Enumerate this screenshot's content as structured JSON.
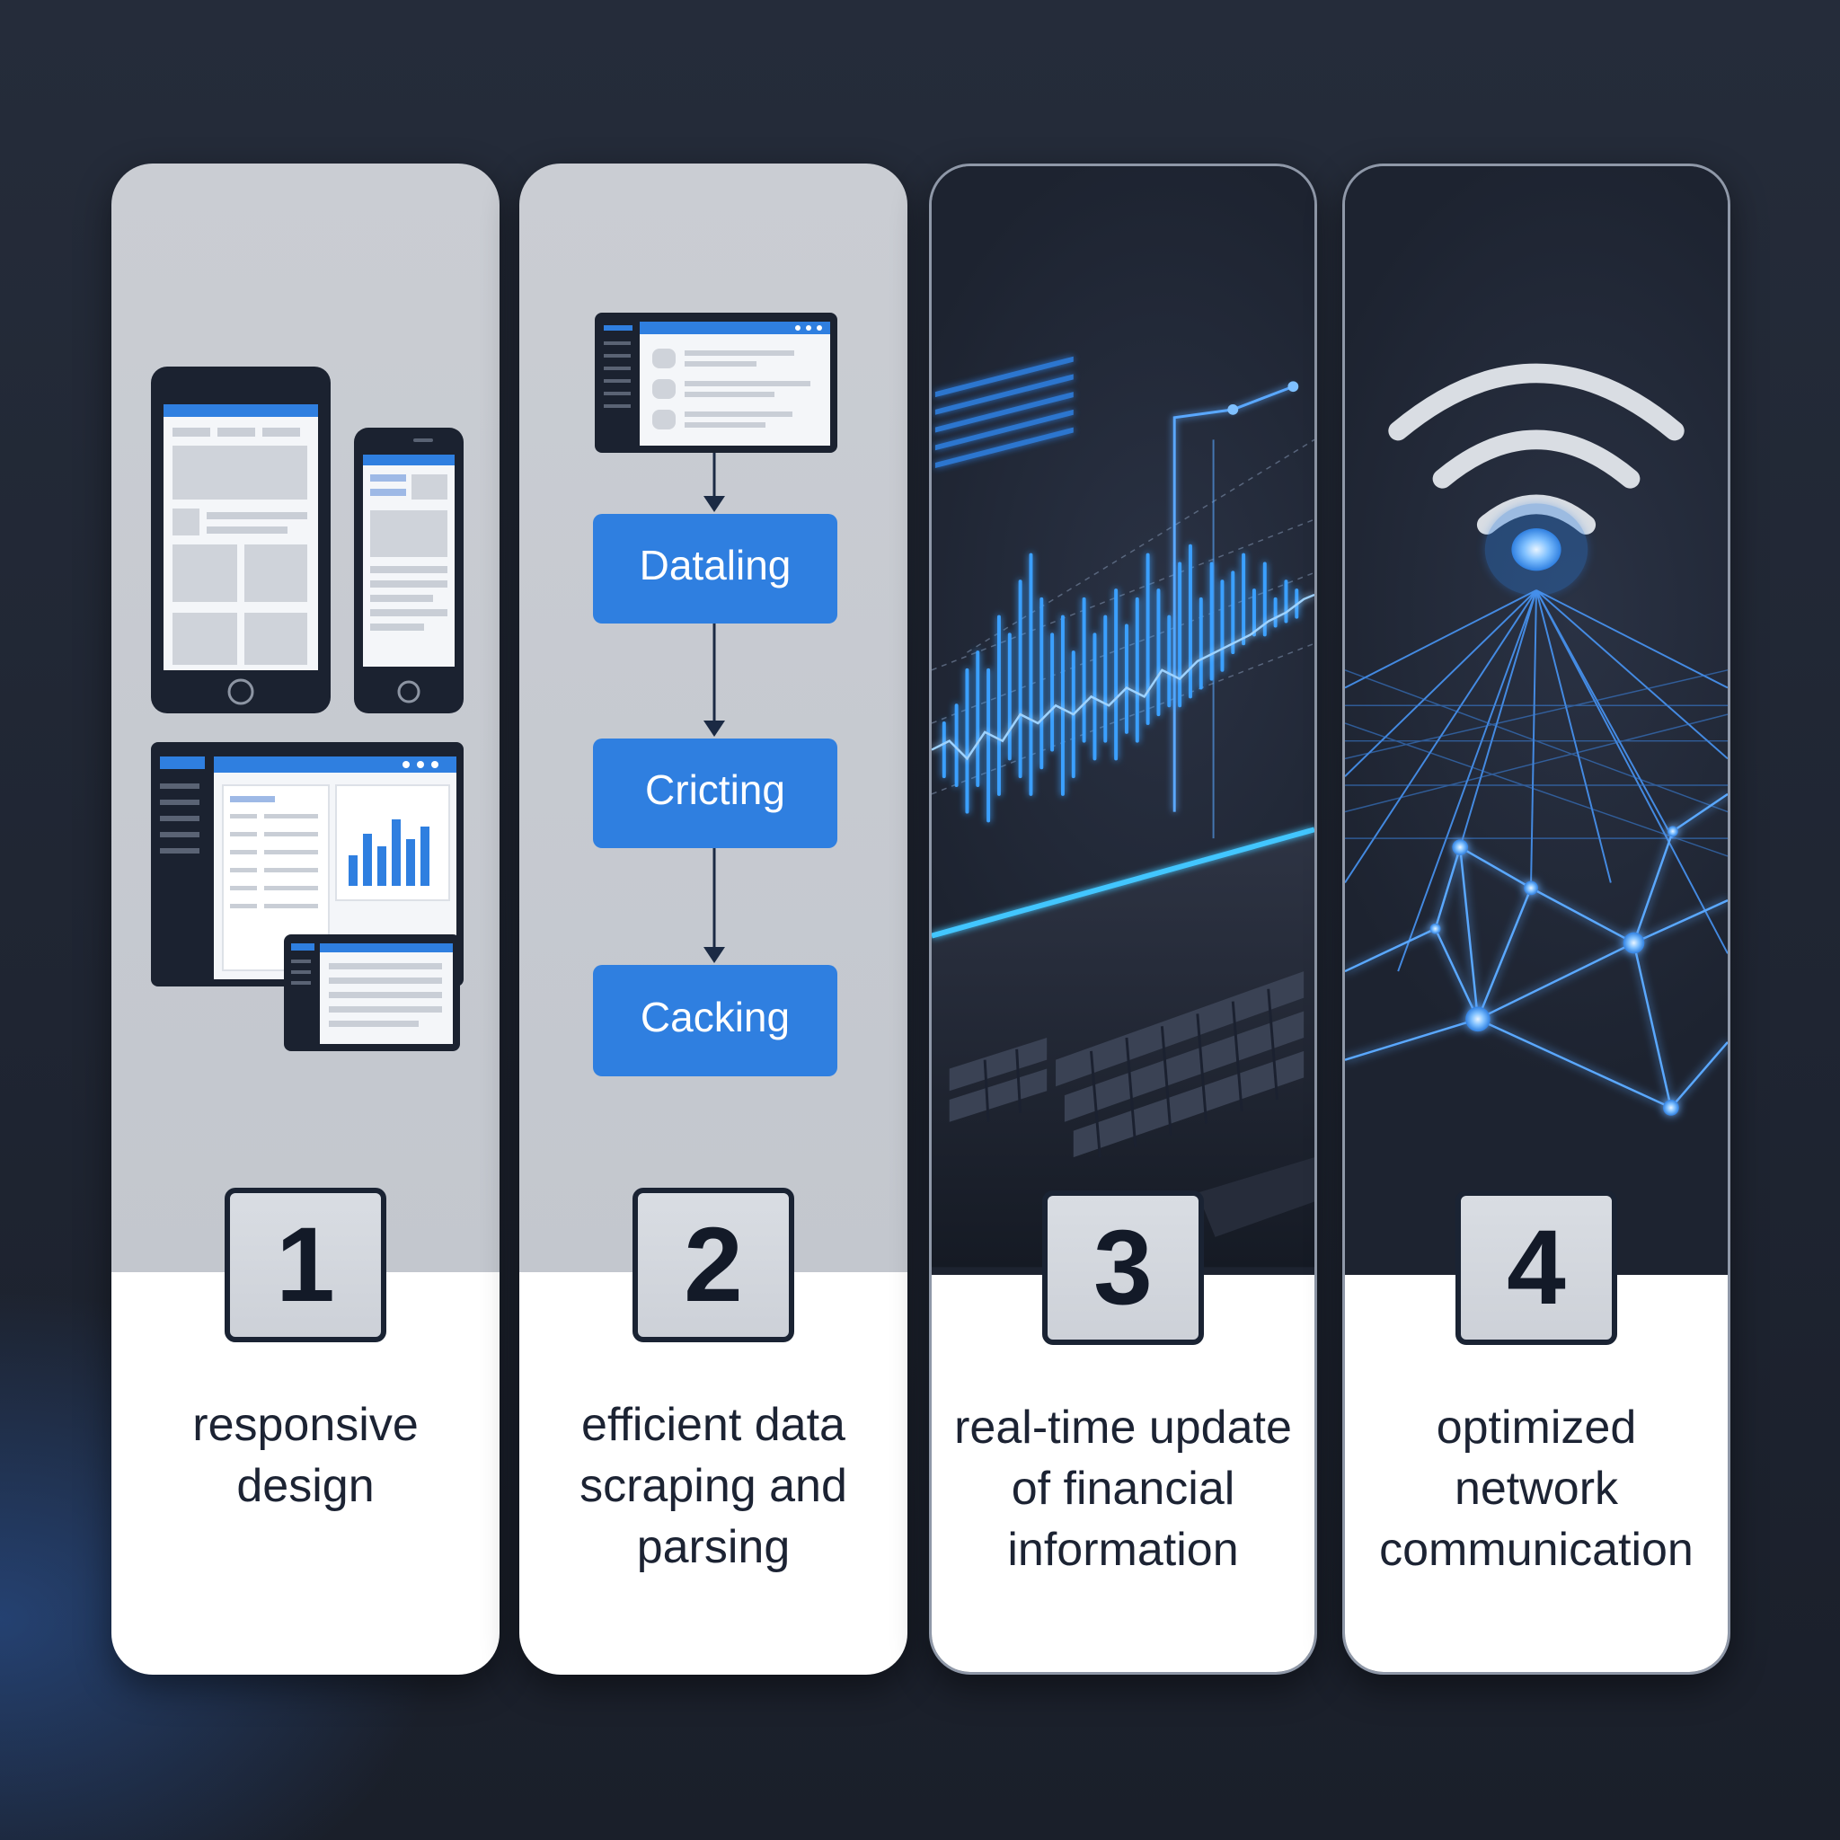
{
  "steps": [
    {
      "number": "1",
      "caption_lines": [
        "responsive",
        "design"
      ]
    },
    {
      "number": "2",
      "caption_lines": [
        "efficient data",
        "scraping and",
        "parsing"
      ]
    },
    {
      "number": "3",
      "caption_lines": [
        "real-time update",
        "of financial",
        "information"
      ]
    },
    {
      "number": "4",
      "caption_lines": [
        "optimized",
        "network",
        "communication"
      ]
    }
  ],
  "flow_boxes": [
    "Dataling",
    "Cricting",
    "Cacking"
  ],
  "icons": {
    "step1": "responsive-devices-icon",
    "step2": "data-flow-icon",
    "step3": "realtime-chart-laptop-icon",
    "step4": "wifi-network-icon"
  },
  "colors": {
    "accent_blue": "#2f7fe0",
    "glow_blue": "#3aa0ff",
    "dark_text": "#1c2333",
    "panel_light": "#c6cad1",
    "panel_dark": "#1d2330"
  }
}
